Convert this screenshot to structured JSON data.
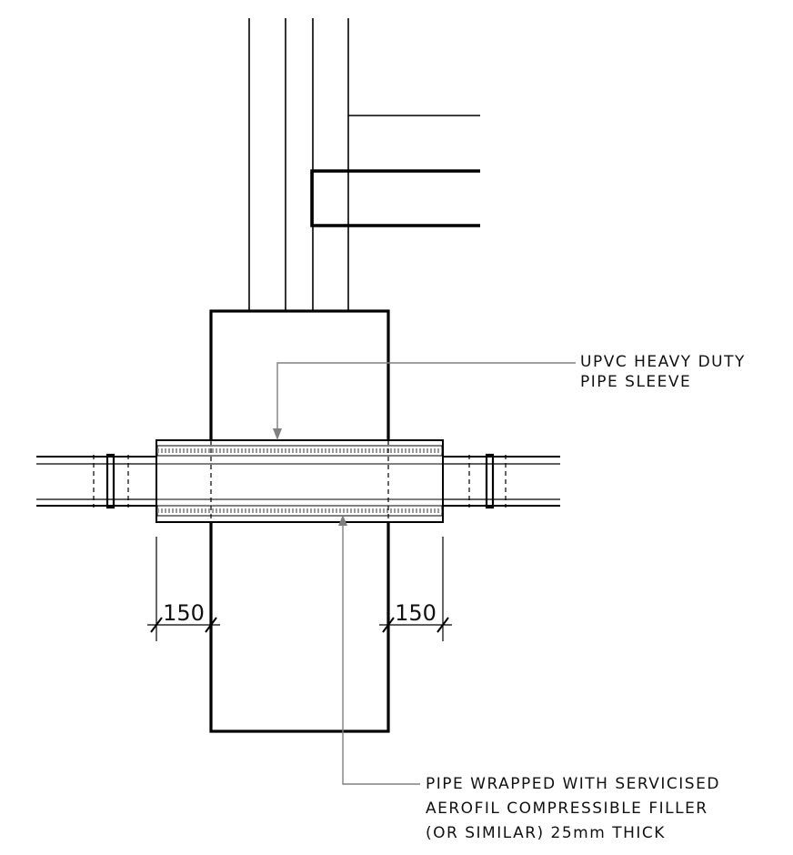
{
  "callouts": {
    "sleeve": {
      "line1": "UPVC HEAVY DUTY",
      "line2": "PIPE SLEEVE"
    },
    "wrap": {
      "line1": "PIPE WRAPPED WITH SERVICISED",
      "line2": "AEROFIL COMPRESSIBLE FILLER",
      "line3": "(OR SIMILAR) 25mm THICK"
    }
  },
  "dimensions": {
    "left": "150",
    "right": "150"
  },
  "colors": {
    "line": "#000000",
    "leader": "#808080",
    "filler": "#9a9a9a"
  }
}
